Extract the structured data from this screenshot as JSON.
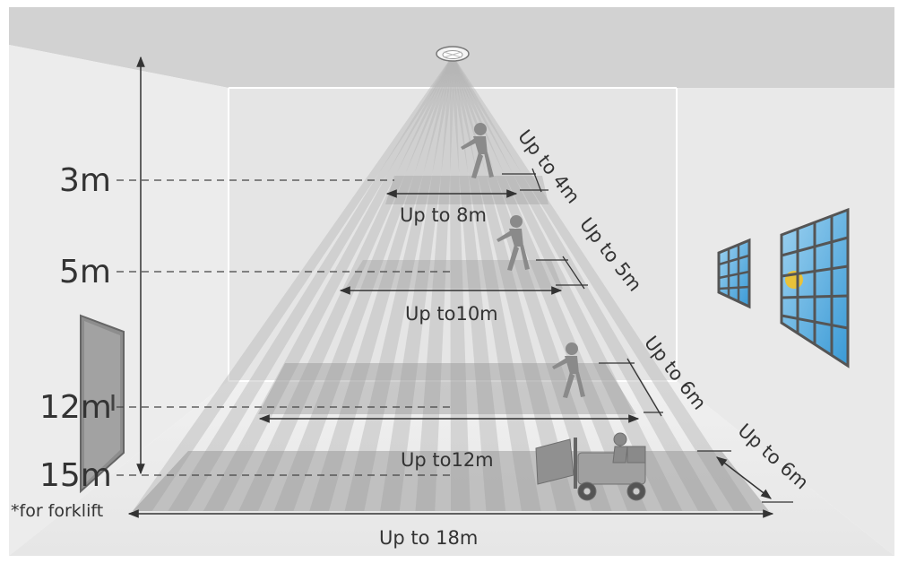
{
  "heights": {
    "h3": "3m",
    "h5": "5m",
    "h12": "12m",
    "h15": "15m",
    "forklift_note": "*for forklift"
  },
  "widths": {
    "w3": "Up to 8m",
    "w5": "Up to10m",
    "w12": "Up to12m",
    "w15": "Up to 18m"
  },
  "depths": {
    "d3": "Up to 4m",
    "d5": "Up to 5m",
    "d12": "Up to 6m",
    "d15": "Up to 6m"
  },
  "colors": {
    "beam": "#b5b5b5",
    "floor_zone": "#8f8f8f",
    "figure": "#8a8a8a",
    "window_sky": "#6fb4e0",
    "sun": "#e8c23a",
    "text": "#333333"
  },
  "icons": {
    "sensor": "ceiling-sensor-icon",
    "person": "walking-person-icon",
    "forklift": "forklift-icon"
  }
}
